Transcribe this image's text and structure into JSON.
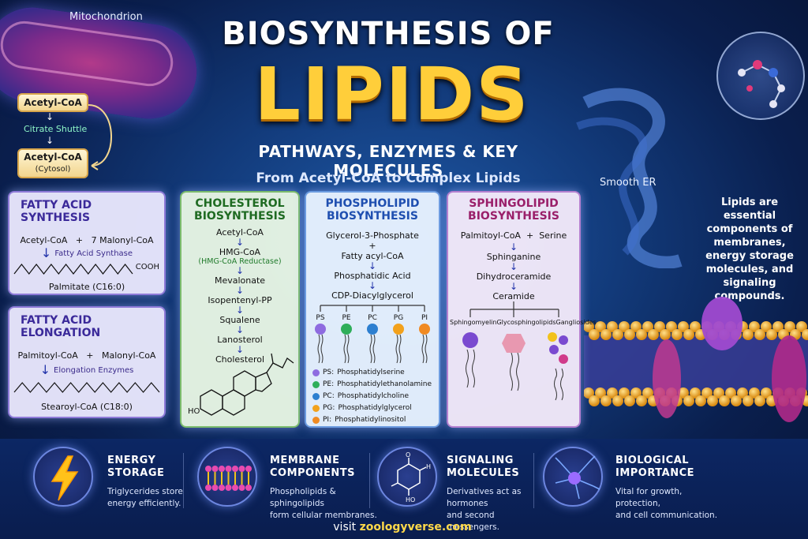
{
  "header": {
    "title_line1": "BIOSYNTHESIS OF",
    "title_line2": "LIPIDS",
    "subtitle": "PATHWAYS, ENZYMES & KEY MOLECULES",
    "tagline": "From Acetyl-CoA to Complex Lipids"
  },
  "mitochondrion": {
    "label": "Mitochondrion",
    "acetyl_coa": "Acetyl-CoA",
    "shuttle": "Citrate Shuttle",
    "acetyl_coa_cytosol": "Acetyl-CoA",
    "cytosol": "(Cytosol)"
  },
  "fatty_acid_synthesis": {
    "title": "FATTY ACID SYNTHESIS",
    "reactant1": "Acetyl-CoA",
    "plus": "+",
    "reactant2": "7 Malonyl-CoA",
    "enzyme": "Fatty Acid Synthase",
    "cooh": "COOH",
    "product": "Palmitate (C16:0)"
  },
  "fatty_acid_elongation": {
    "title": "FATTY ACID ELONGATION",
    "reactant1": "Palmitoyl-CoA",
    "plus": "+",
    "reactant2": "Malonyl-CoA",
    "enzyme": "Elongation Enzymes",
    "product": "Stearoyl-CoA (C18:0)"
  },
  "cholesterol": {
    "title": "CHOLESTEROL BIOSYNTHESIS",
    "steps": [
      "Acetyl-CoA",
      "HMG-CoA",
      "Mevalonate",
      "Isopentenyl-PP",
      "Squalene",
      "Lanosterol",
      "Cholesterol"
    ],
    "enzyme": "(HMG-CoA Reductase)",
    "ho": "HO"
  },
  "phospholipid": {
    "title": "PHOSPHOLIPID BIOSYNTHESIS",
    "step1": "Glycerol-3-Phosphate",
    "plus": "+",
    "step2": "Fatty acyl-CoA",
    "step3": "Phosphatidic Acid",
    "step4": "CDP-Diacylglycerol",
    "heads": [
      "PS",
      "PE",
      "PC",
      "PG",
      "PI"
    ],
    "head_colors": [
      "#8e6be0",
      "#2fae5a",
      "#2d7fd0",
      "#f2a11c",
      "#f08a22"
    ],
    "legend": [
      {
        "abbr": "PS:",
        "name": "Phosphatidylserine"
      },
      {
        "abbr": "PE:",
        "name": "Phosphatidylethanolamine"
      },
      {
        "abbr": "PC:",
        "name": "Phosphatidylcholine"
      },
      {
        "abbr": "PG:",
        "name": "Phosphatidylglycerol"
      },
      {
        "abbr": "PI:",
        "name": "Phosphatidylinositol"
      }
    ]
  },
  "sphingolipid": {
    "title": "SPHINGOLIPID BIOSYNTHESIS",
    "reactant1": "Palmitoyl-CoA",
    "plus": "+",
    "reactant2": "Serine",
    "step1": "Sphinganine",
    "step2": "Dihydroceramide",
    "step3": "Ceramide",
    "products": [
      "Sphingomyelin",
      "Glycosphingolipids",
      "Gangliosides"
    ]
  },
  "side": {
    "smooth_er": "Smooth ER",
    "note": "Lipids are essential components of membranes, energy storage molecules, and signaling compounds."
  },
  "features": [
    {
      "title1": "ENERGY",
      "title2": "STORAGE",
      "text1": "Triglycerides store",
      "text2": "energy efficiently.",
      "icon": "lightning-icon"
    },
    {
      "title1": "MEMBRANE",
      "title2": "COMPONENTS",
      "text1": "Phospholipids & sphingolipids",
      "text2": "form cellular membranes.",
      "icon": "membrane-icon"
    },
    {
      "title1": "SIGNALING",
      "title2": "MOLECULES",
      "text1": "Derivatives act as hormones",
      "text2": "and second messengers.",
      "icon": "molecule-icon"
    },
    {
      "title1": "BIOLOGICAL",
      "title2": "IMPORTANCE",
      "text1": "Vital for growth, protection,",
      "text2": "and cell communication.",
      "icon": "neuron-icon"
    }
  ],
  "footer": {
    "visit": "visit",
    "site": "zoologyverse.com"
  }
}
